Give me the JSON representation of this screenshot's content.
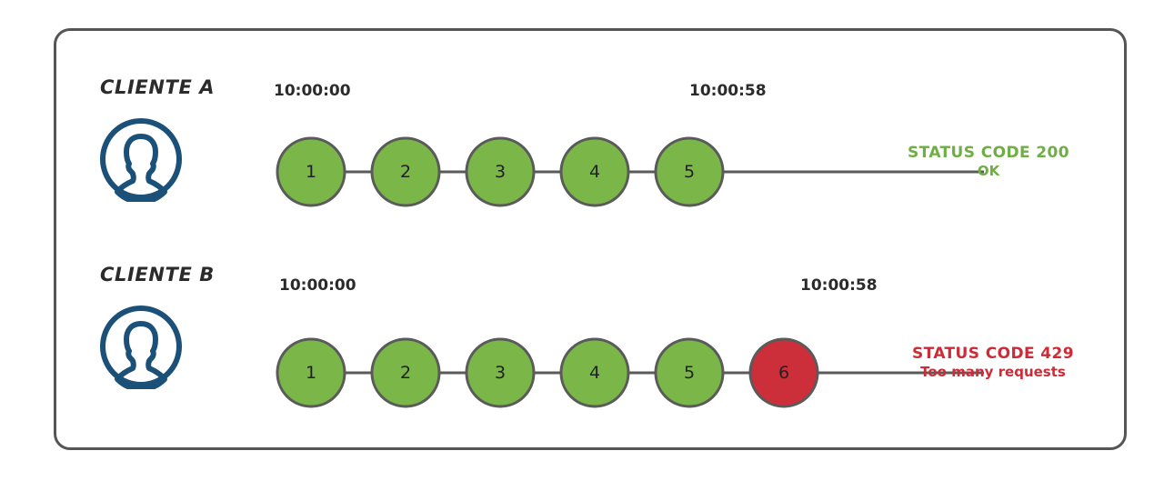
{
  "diagram": {
    "title_text": "",
    "colors": {
      "panel_border": "#555555",
      "node_green": "#7ab648",
      "node_red": "#cc2f3a",
      "node_stroke": "#5a5a5a",
      "avatar_blue": "#1b5078",
      "status_ok_green": "#6fae44",
      "status_error_red": "#cc2b37",
      "text_dark": "#2b2b2b"
    },
    "rows": [
      {
        "id": "cliente-a",
        "label": "CLIENTE A",
        "avatar_icon": "user-avatar-icon",
        "start_time": "10:00:00",
        "end_time": "10:00:58",
        "nodes": [
          {
            "number": "1",
            "state": "ok"
          },
          {
            "number": "2",
            "state": "ok"
          },
          {
            "number": "3",
            "state": "ok"
          },
          {
            "number": "4",
            "state": "ok"
          },
          {
            "number": "5",
            "state": "ok"
          }
        ],
        "status_code": "STATUS CODE 200",
        "status_message": "OK",
        "status_state": "ok"
      },
      {
        "id": "cliente-b",
        "label": "CLIENTE B",
        "avatar_icon": "user-avatar-icon",
        "start_time": "10:00:00",
        "end_time": "10:00:58",
        "nodes": [
          {
            "number": "1",
            "state": "ok"
          },
          {
            "number": "2",
            "state": "ok"
          },
          {
            "number": "3",
            "state": "ok"
          },
          {
            "number": "4",
            "state": "ok"
          },
          {
            "number": "5",
            "state": "ok"
          },
          {
            "number": "6",
            "state": "error"
          }
        ],
        "status_code": "STATUS CODE 429",
        "status_message": "Too many requests",
        "status_state": "error"
      }
    ]
  }
}
